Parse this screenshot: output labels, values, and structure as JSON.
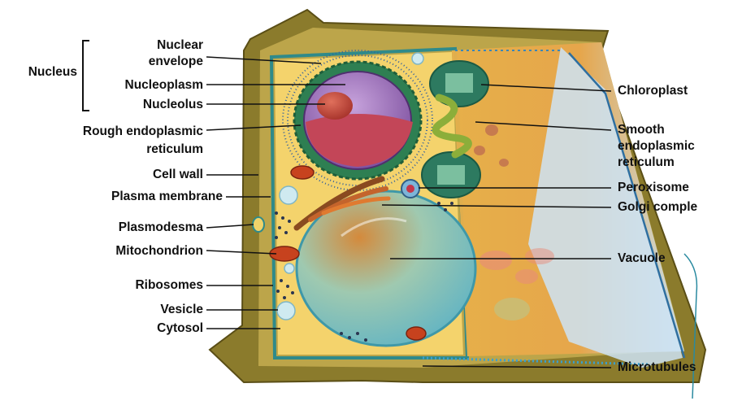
{
  "labels": {
    "nucleus": "Nucleus",
    "nuclear_envelope_1": "Nuclear",
    "nuclear_envelope_2": "envelope",
    "nucleoplasm": "Nucleoplasm",
    "nucleolus": "Nucleolus",
    "rough_er_1": "Rough endoplasmic",
    "rough_er_2": "reticulum",
    "cell_wall": "Cell wall",
    "plasma_membrane": "Plasma membrane",
    "plasmodesma": "Plasmodesma",
    "mitochondrion": "Mitochondrion",
    "ribosomes": "Ribosomes",
    "vesicle": "Vesicle",
    "cytosol": "Cytosol",
    "chloroplast": "Chloroplast",
    "smooth_er_1": "Smooth",
    "smooth_er_2": "endoplasmic",
    "smooth_er_3": "reticulum",
    "peroxisome": "Peroxisome",
    "golgi": "Golgi comple",
    "vacuole": "Vacuole",
    "microtubules": "Microtubules"
  },
  "colors": {
    "cell_wall": "#8a7a2a",
    "cytoplasm": "#f6d36a",
    "nucleus": "#9b6fb8",
    "nucleolus": "#c04a3a",
    "chloroplast": "#4f9e84",
    "vacuole": "#8fcfd6",
    "membrane_right": "#b9d9f0",
    "leader_line": "#111111",
    "annotation_stroke": "#2a8aa0"
  }
}
